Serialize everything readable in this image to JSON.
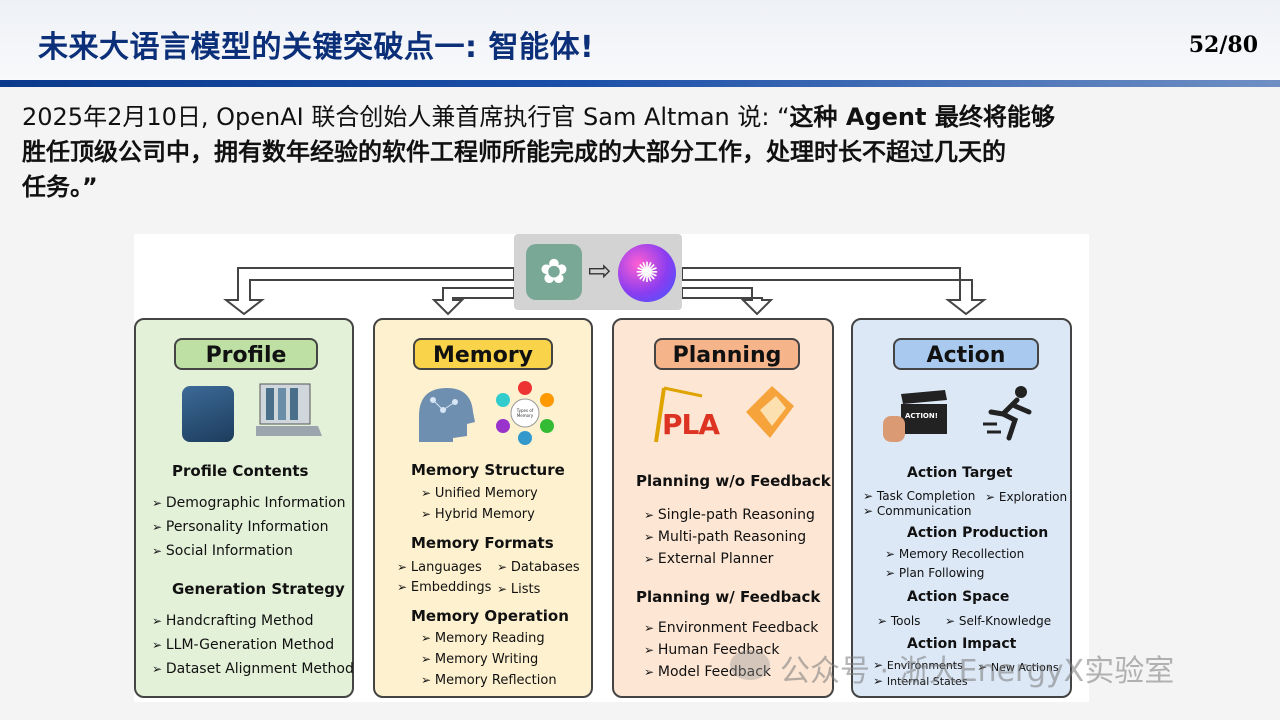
{
  "title": "未来大语言模型的关键突破点一: 智能体!",
  "page": "52/80",
  "quote": {
    "line1_plain": "2025年2月10日, OpenAI 联合创始人兼首席执行官 Sam Altman 说: “",
    "line1_bold": "这种 Agent 最终将能够",
    "line2": "胜任顶级公司中，拥有数年经验的软件工程师所能完成的大部分工作，处理时长不超过几天的",
    "line3": "任务。”"
  },
  "icons": {
    "openai": "openai-logo-icon",
    "arrow": "right-arrow-icon",
    "brain": "ai-brain-icon"
  },
  "profile": {
    "title": "Profile",
    "h1": "Profile Contents",
    "items1": [
      "Demographic Information",
      "Personality Information",
      "Social Information"
    ],
    "h2": "Generation Strategy",
    "items2": [
      "Handcrafting Method",
      "LLM-Generation Method",
      "Dataset  Alignment Method"
    ]
  },
  "memory": {
    "title": "Memory",
    "types_label": "Types of Memory",
    "h1": "Memory Structure",
    "items1": [
      "Unified Memory",
      "Hybrid Memory"
    ],
    "h2": "Memory Formats",
    "formats": [
      "Languages",
      "Databases",
      "Embeddings",
      "Lists"
    ],
    "h3": "Memory Operation",
    "items3": [
      "Memory Reading",
      "Memory Writing",
      "Memory Reflection"
    ]
  },
  "planning": {
    "title": "Planning",
    "plan_word": "PLA",
    "h1": "Planning w/o Feedback",
    "items1": [
      "Single-path Reasoning",
      "Multi-path Reasoning",
      "External Planner"
    ],
    "h2": "Planning w/ Feedback",
    "items2": [
      "Environment Feedback",
      "Human Feedback",
      "Model Feedback"
    ]
  },
  "action": {
    "title": "Action",
    "clapper": "ACTION!",
    "h1": "Action Target",
    "t1": [
      "Task Completion",
      "Exploration",
      "Communication"
    ],
    "h2": "Action Production",
    "t2": [
      "Memory Recollection",
      "Plan Following"
    ],
    "h3": "Action Space",
    "t3": [
      "Tools",
      "Self-Knowledge"
    ],
    "h4": "Action Impact",
    "t4": [
      "Environments",
      "New Actions",
      "Internal States"
    ]
  },
  "watermark": "公众号 · 浙大EnergyX实验室"
}
